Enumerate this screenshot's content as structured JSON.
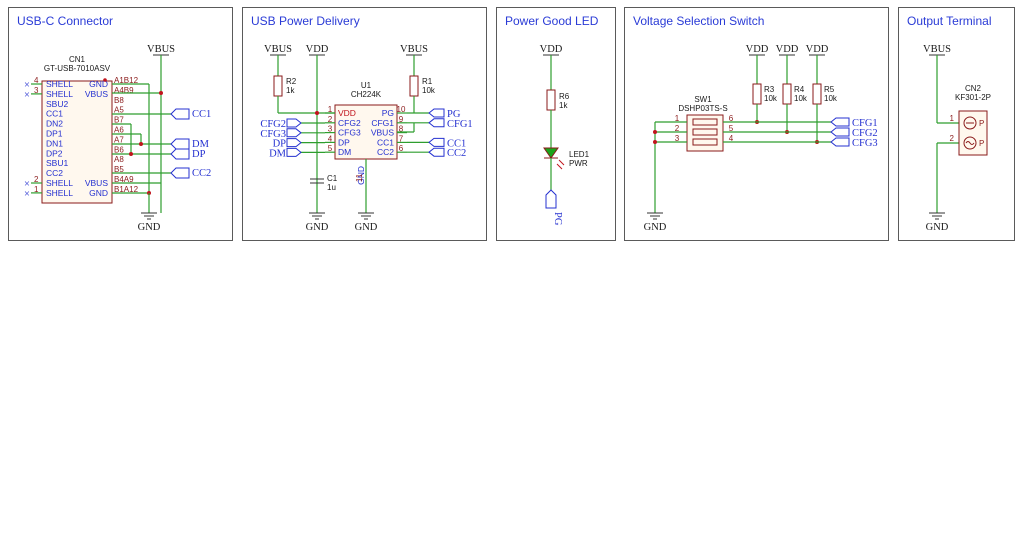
{
  "panels": {
    "usbc": {
      "title": "USB-C Connector",
      "ref": "CN1",
      "value": "GT-USB-7010ASV",
      "vbus": "VBUS",
      "gnd": "GND",
      "left_pins": [
        "SHELL",
        "SHELL",
        "SBU2",
        "CC1",
        "DN2",
        "DP1",
        "DN1",
        "DP2",
        "SBU1",
        "CC2",
        "SHELL",
        "SHELL"
      ],
      "right_pins": [
        "GND",
        "VBUS",
        "",
        "",
        "",
        "",
        "",
        "",
        "",
        "",
        "VBUS",
        "GND"
      ],
      "left_nums": [
        "4",
        "3",
        "",
        "",
        "",
        "",
        "",
        "",
        "",
        "",
        "2",
        "1"
      ],
      "pad_labels": [
        "A1B12",
        "A4B9",
        "B8",
        "A5",
        "B7",
        "A6",
        "A7",
        "B6",
        "A8",
        "B5",
        "B4A9",
        "B1A12"
      ],
      "net_cc1": "CC1",
      "net_dm": "DM",
      "net_dp": "DP",
      "net_cc2": "CC2"
    },
    "pd": {
      "title": "USB Power Delivery",
      "vbus": "VBUS",
      "vdd": "VDD",
      "vbus2": "VBUS",
      "r2_ref": "R2",
      "r2_val": "1k",
      "r1_ref": "R1",
      "r1_val": "10k",
      "u1_ref": "U1",
      "u1_val": "CH224K",
      "c1_ref": "C1",
      "c1_val": "1u",
      "gnd1": "GND",
      "gnd2": "GND",
      "ic_left": [
        "VDD",
        "CFG2",
        "CFG3",
        "DP",
        "DM"
      ],
      "ic_left_nums": [
        "1",
        "2",
        "3",
        "4",
        "5"
      ],
      "ic_right": [
        "PG",
        "CFG1",
        "VBUS",
        "CC1",
        "CC2"
      ],
      "ic_right_nums": [
        "10",
        "9",
        "8",
        "7",
        "6"
      ],
      "ic_gnd_pin": "GND",
      "ic_gnd_num": "11",
      "nets_left": [
        "CFG2",
        "CFG3",
        "DP",
        "DM"
      ],
      "nets_right": [
        "PG",
        "CFG1",
        "CC1",
        "CC2"
      ]
    },
    "led": {
      "title": "Power Good LED",
      "vdd": "VDD",
      "r_ref": "R6",
      "r_val": "1k",
      "led_ref": "LED1",
      "led_val": "PWR",
      "net": "PG"
    },
    "sw": {
      "title": "Voltage Selection Switch",
      "vdd": [
        "VDD",
        "VDD",
        "VDD"
      ],
      "res": [
        {
          "ref": "R3",
          "val": "10k"
        },
        {
          "ref": "R4",
          "val": "10k"
        },
        {
          "ref": "R5",
          "val": "10k"
        }
      ],
      "sw_ref": "SW1",
      "sw_val": "DSHP03TS-S",
      "left_nums": [
        "1",
        "2",
        "3"
      ],
      "right_nums": [
        "6",
        "5",
        "4"
      ],
      "nets": [
        "CFG1",
        "CFG2",
        "CFG3"
      ],
      "gnd": "GND"
    },
    "out": {
      "title": "Output Terminal",
      "vbus": "VBUS",
      "ref": "CN2",
      "val": "KF301-2P",
      "pin1": "1",
      "pin2": "2",
      "p_label": "P",
      "gnd": "GND"
    }
  }
}
